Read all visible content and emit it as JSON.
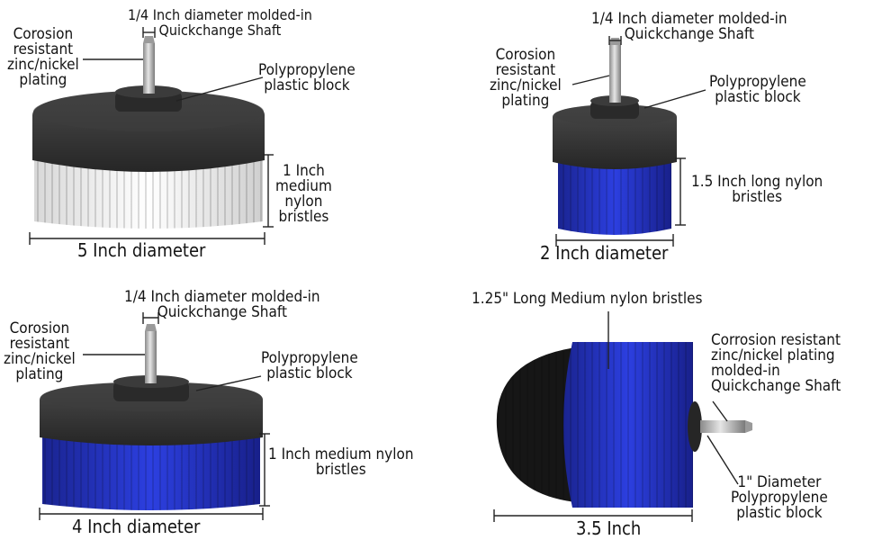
{
  "colors": {
    "block": "#2f2f2f",
    "white_bristles": "#f4f4f4",
    "blue_bristles": "#1f2fc4",
    "black_bristles": "#151515",
    "shaft": "#b9b9b9",
    "line": "#222222"
  },
  "panels": {
    "p1": {
      "shaft_label": "1/4 Inch diameter molded-in\nQuickchange Shaft",
      "corrosion_label": "Corosion\nresistant\nzinc/nickel\nplating",
      "block_label": "Polypropylene\nplastic block",
      "bristle_label": "1 Inch\nmedium\nnylon\nbristles",
      "diameter_label": "5 Inch diameter"
    },
    "p2": {
      "shaft_label": "1/4 Inch diameter molded-in\n Quickchange Shaft",
      "corrosion_label": "Corosion\nresistant\nzinc/nickel\nplating",
      "block_label": "Polypropylene\nplastic block",
      "bristle_label": "1.5 Inch  long  nylon\nbristles",
      "diameter_label": "2 Inch diameter"
    },
    "p3": {
      "shaft_label": "1/4 Inch diameter molded-in\n Quickchange Shaft",
      "corrosion_label": "Corosion\nresistant\nzinc/nickel\nplating",
      "block_label": "Polypropylene\nplastic block",
      "bristle_label": "1 Inch medium nylon\nbristles",
      "diameter_label": "4 Inch diameter"
    },
    "p4": {
      "bristle_label": "1.25\"  Long  Medium nylon bristles",
      "corrosion_label": "Corrosion resistant\nzinc/nickel plating\nmolded-in\nQuickchange Shaft",
      "block_label": "1\"  Diameter\nPolypropylene\nplastic block",
      "size_label": "3.5 Inch"
    }
  }
}
